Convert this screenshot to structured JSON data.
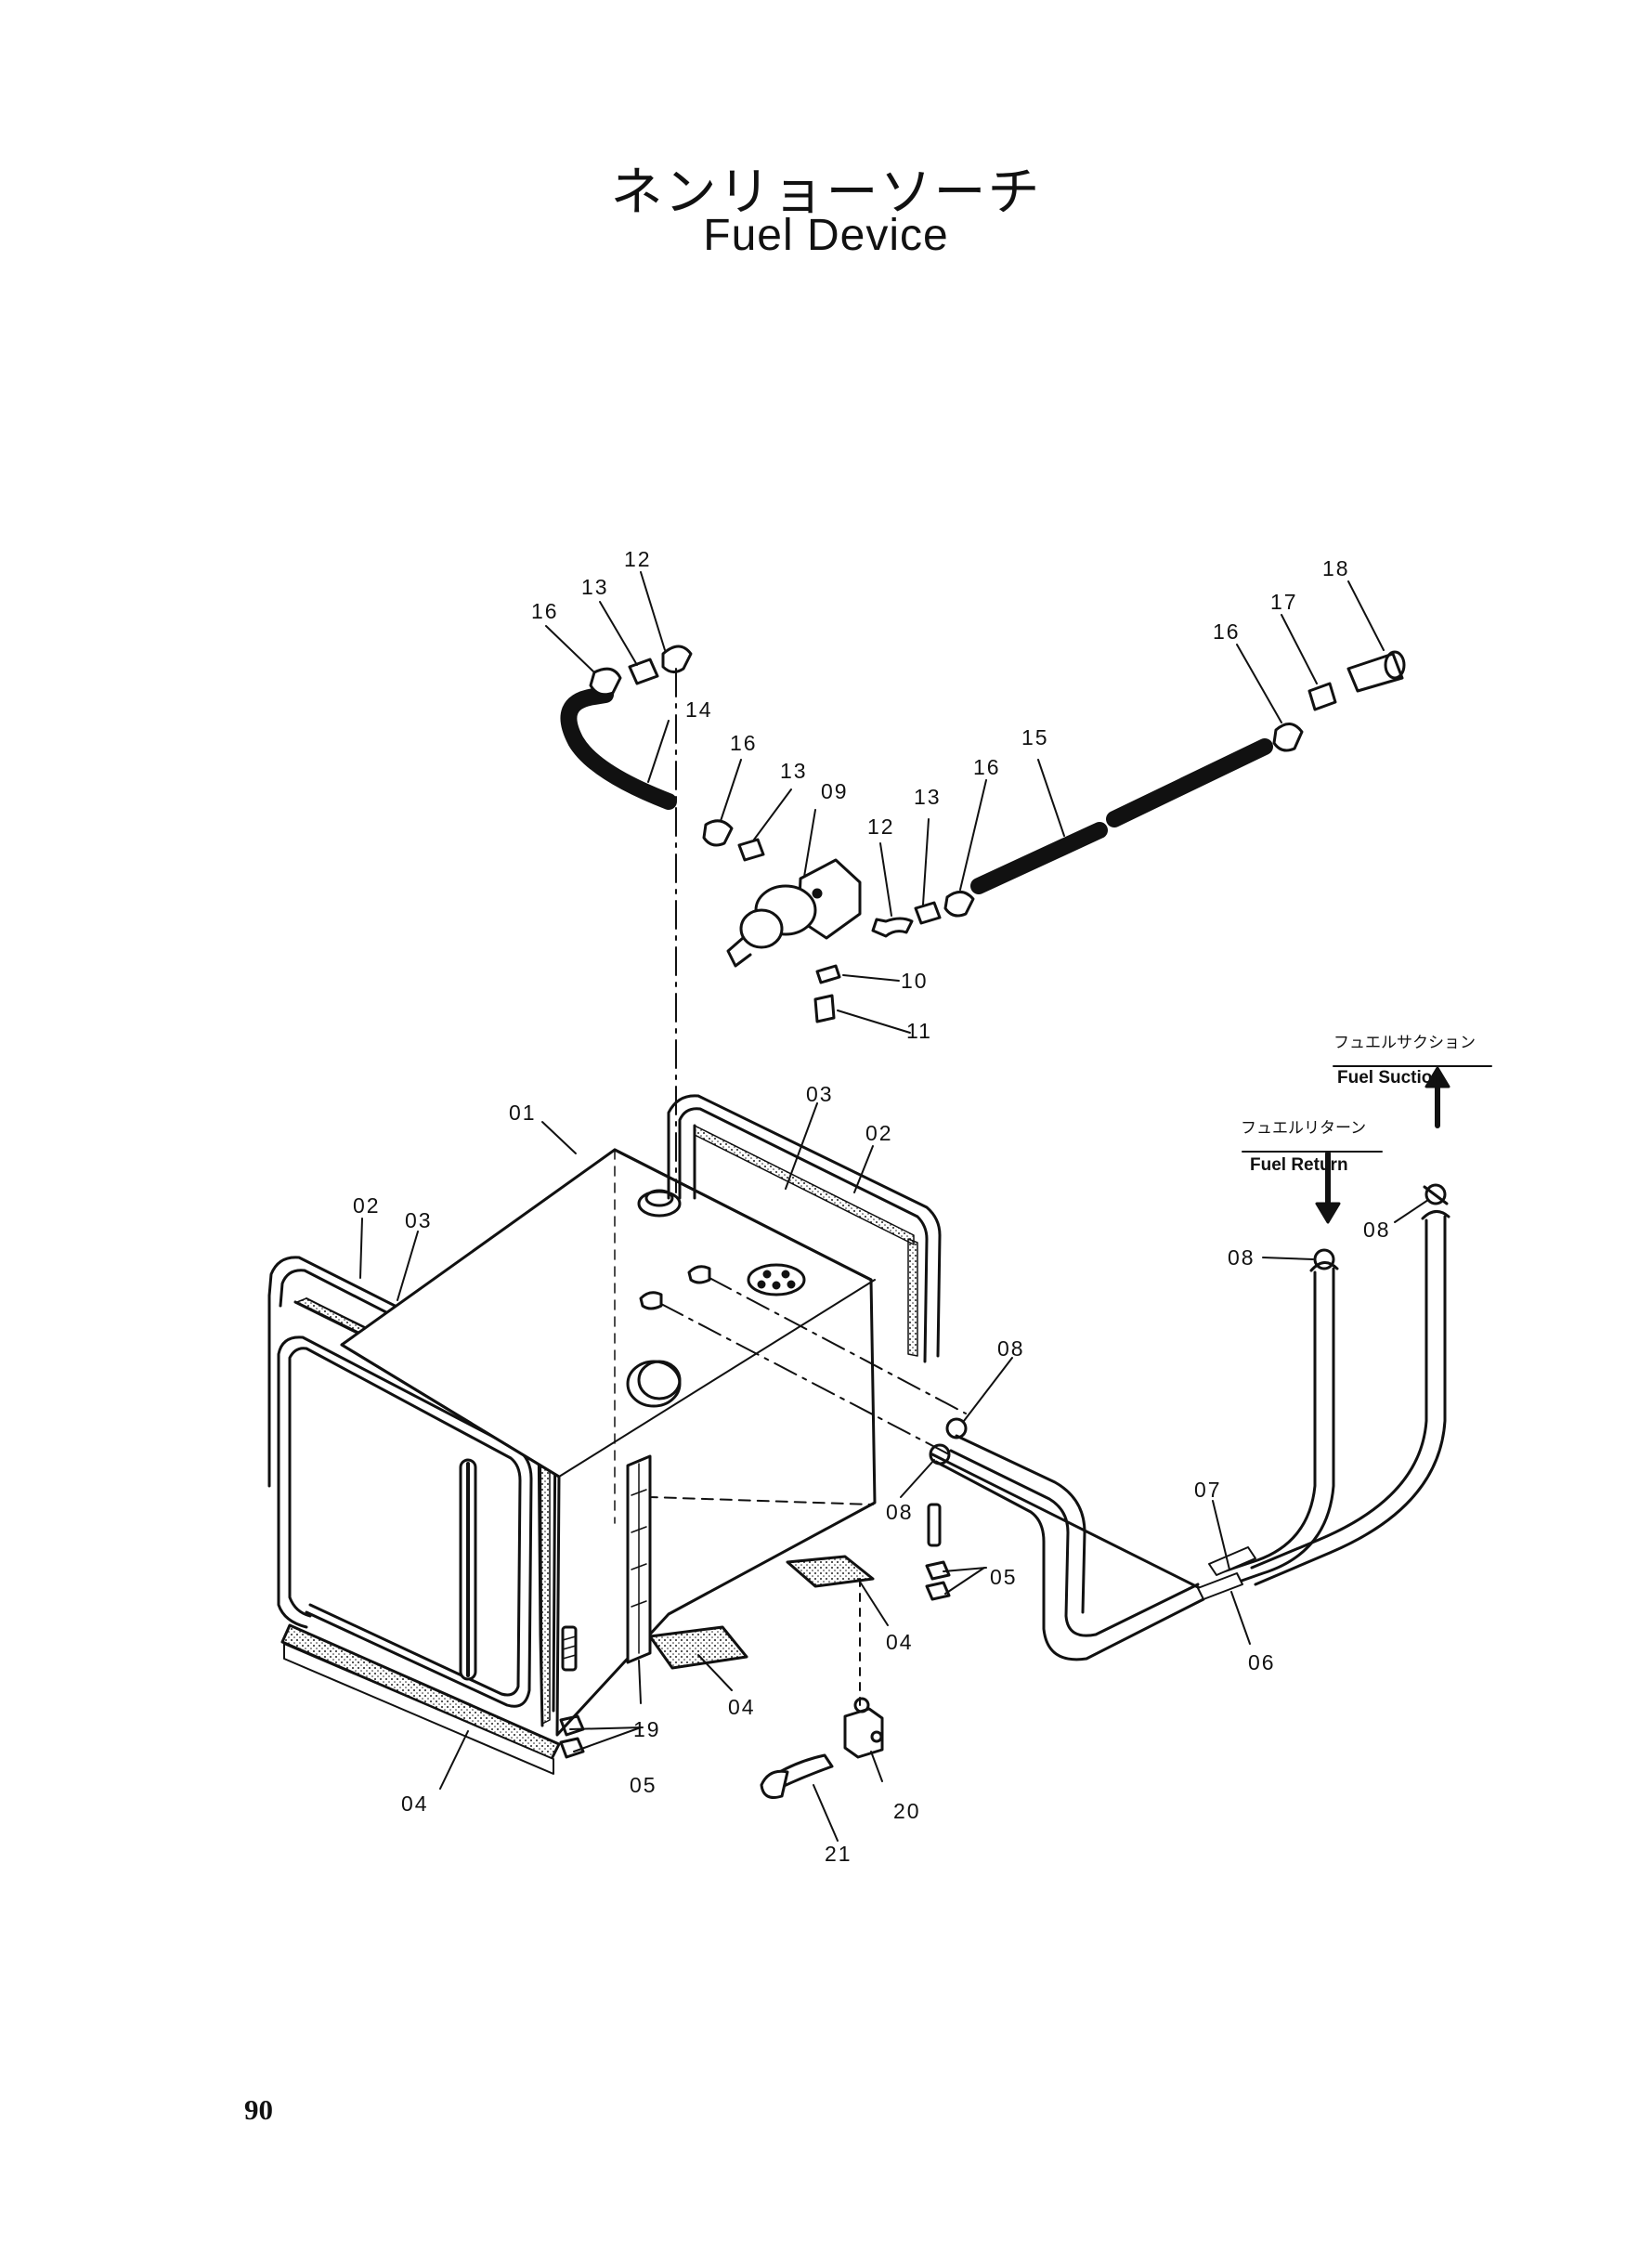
{
  "title": {
    "japanese": "ネンリョーソーチ",
    "english": "Fuel Device"
  },
  "page_number": "90",
  "part_labels": {
    "p01": "01",
    "p02_left": "02",
    "p02_right": "02",
    "p03_left": "03",
    "p03_right": "03",
    "p04_a": "04",
    "p04_b": "04",
    "p04_c": "04",
    "p05_left": "05",
    "p05_right": "05",
    "p06": "06",
    "p07": "07",
    "p08_a": "08",
    "p08_b": "08",
    "p08_c": "08",
    "p08_d": "08",
    "p09": "09",
    "p10": "10",
    "p11": "11",
    "p12_top": "12",
    "p12_mid": "12",
    "p13_top": "13",
    "p13_mid": "13",
    "p13_mid2": "13",
    "p14": "14",
    "p15": "15",
    "p16_a": "16",
    "p16_b": "16",
    "p16_c": "16",
    "p16_d": "16",
    "p17": "17",
    "p18": "18",
    "p19": "19",
    "p20": "20",
    "p21": "21"
  },
  "notes": {
    "fuel_suction_ja": "フュエルサクション",
    "fuel_suction_en": "Fuel Suction",
    "fuel_return_ja": "フュエルリターン",
    "fuel_return_en": "Fuel Return"
  }
}
